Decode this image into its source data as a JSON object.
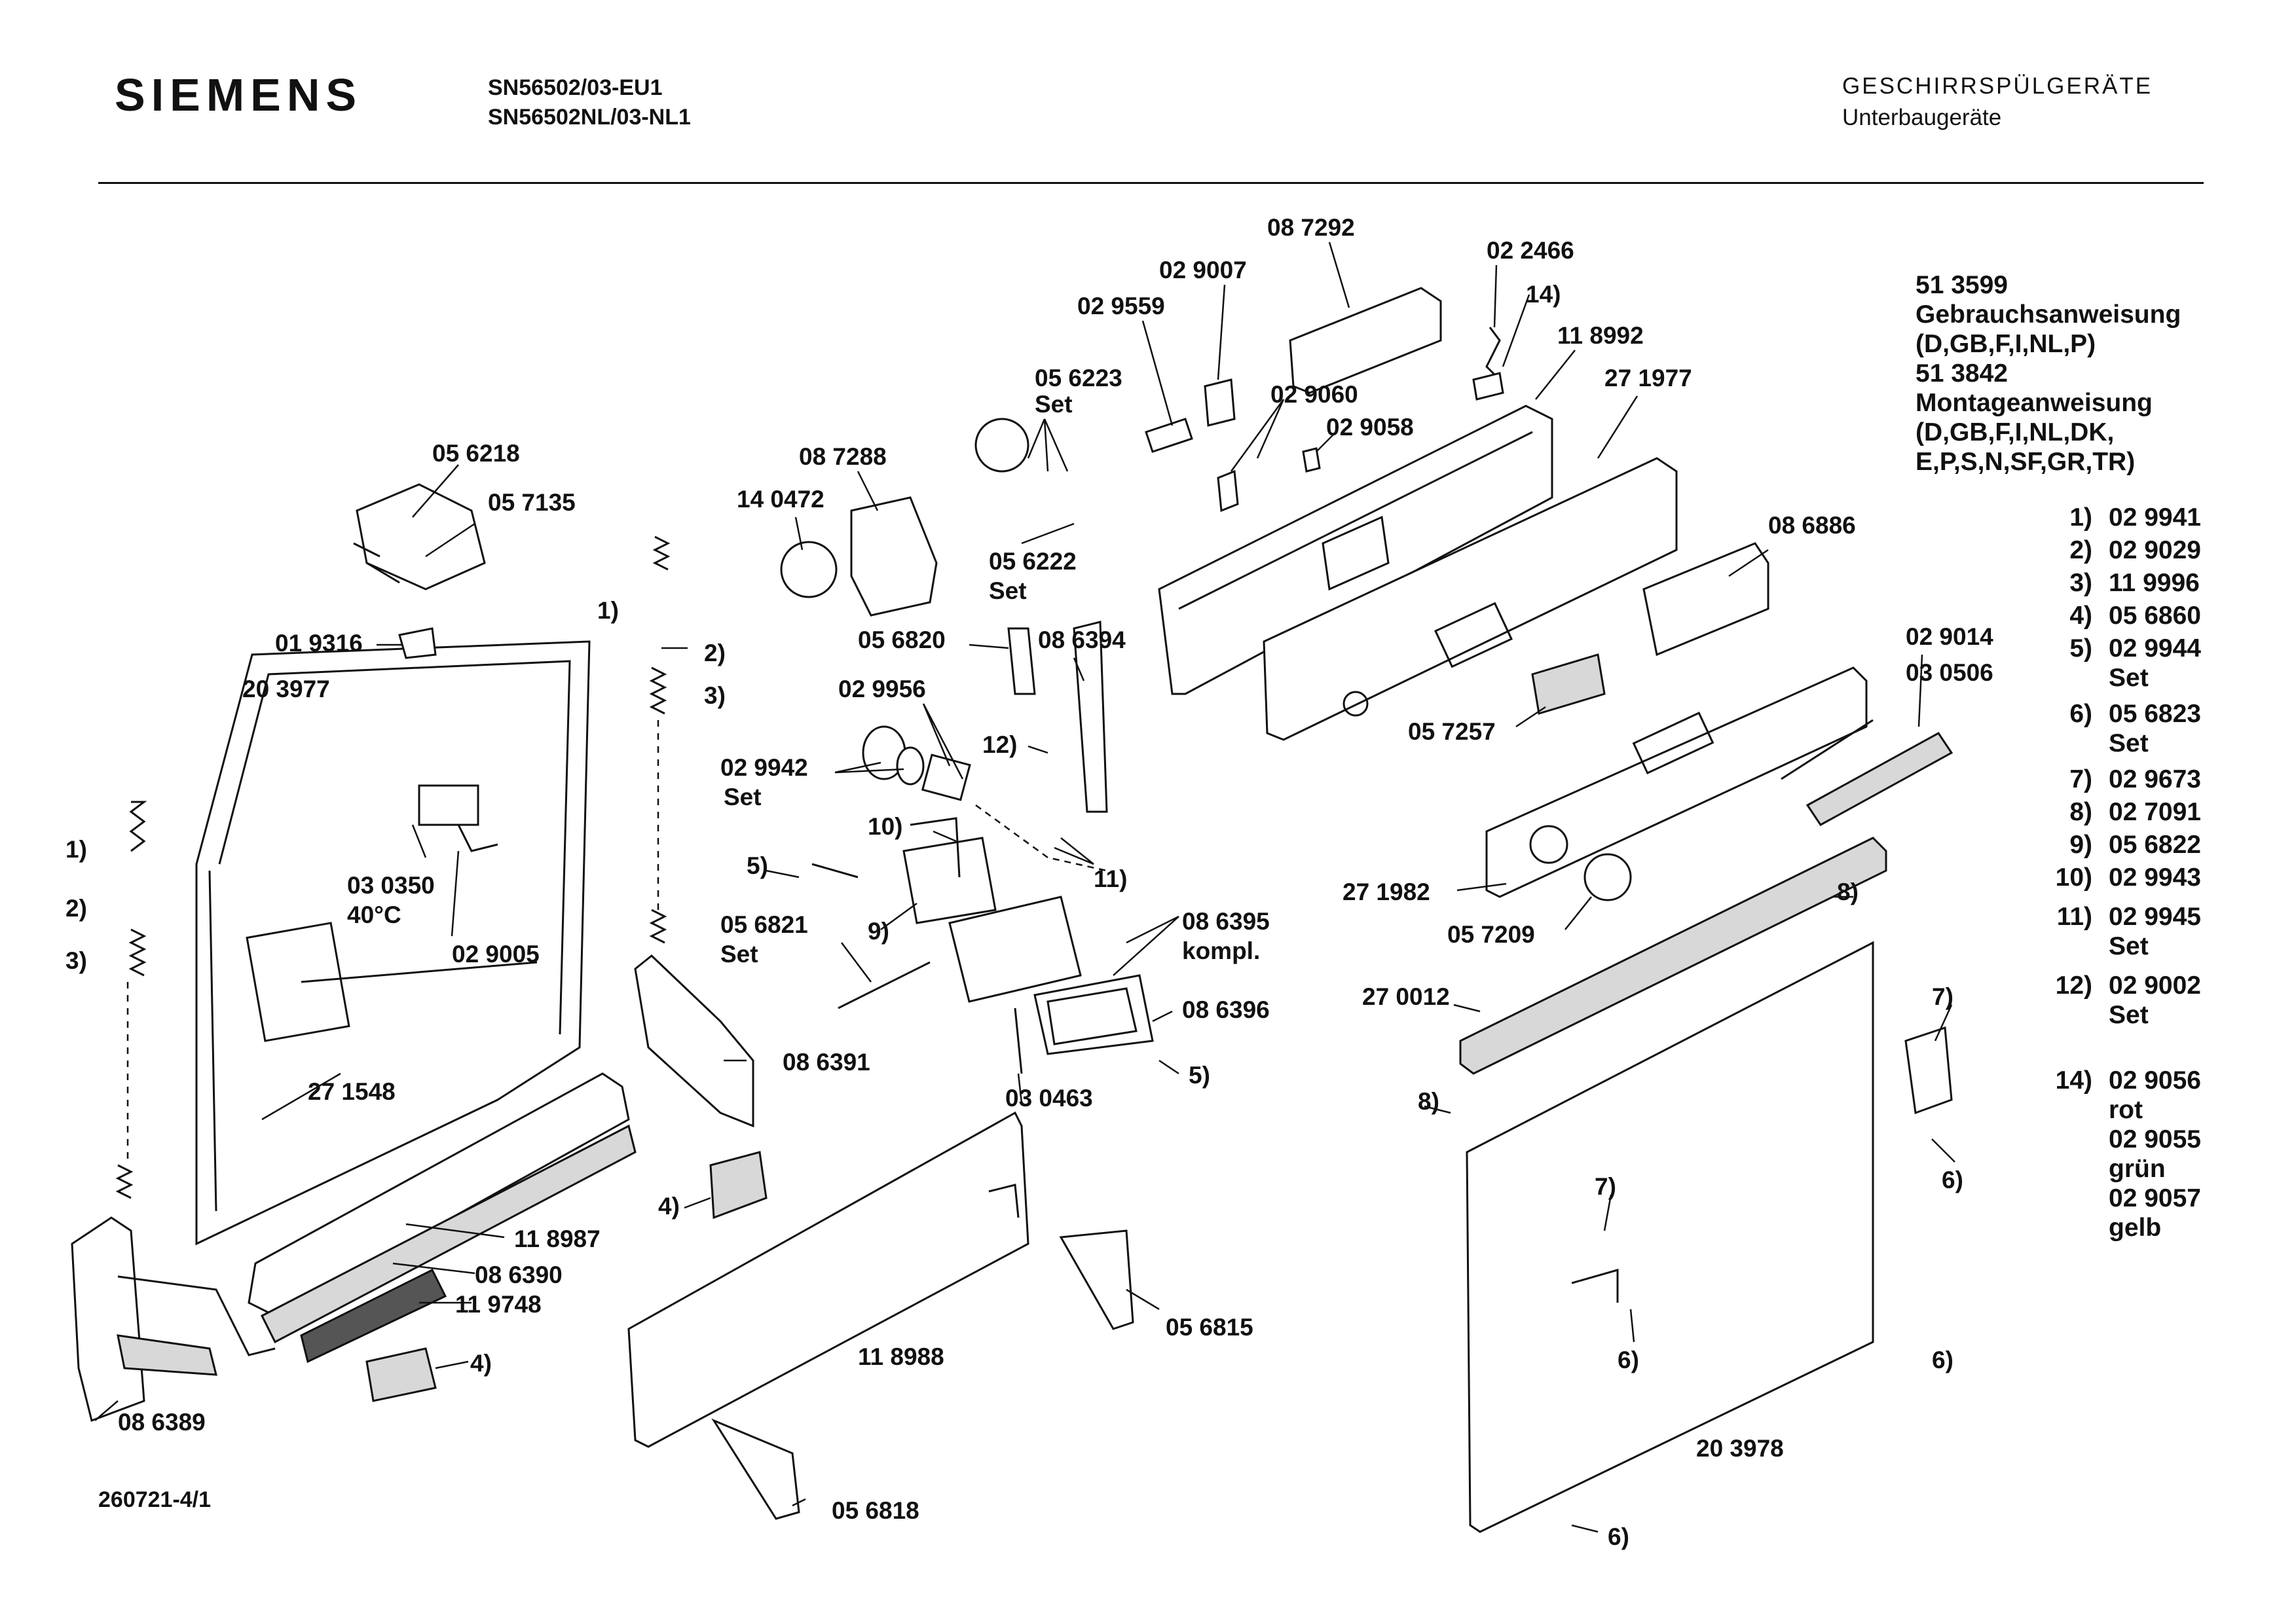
{
  "header": {
    "brand": "SIEMENS",
    "model_line_1": "SN56502/03-EU1",
    "model_line_2": "SN56502NL/03-NL1",
    "category": "GESCHIRRSPÜLGERÄTE",
    "subcategory": "Unterbaugeräte"
  },
  "docs": {
    "manual_number": "51 3599",
    "manual_name": "Gebrauchsanweisung",
    "manual_langs": "(D,GB,F,I,NL,P)",
    "install_number": "51 3842",
    "install_name": "Montageanweisung",
    "install_langs_1": "(D,GB,F,I,NL,DK,",
    "install_langs_2": "E,P,S,N,SF,GR,TR)"
  },
  "legend": [
    {
      "key": "1)",
      "value": "02 9941",
      "note": ""
    },
    {
      "key": "2)",
      "value": "02 9029",
      "note": ""
    },
    {
      "key": "3)",
      "value": "11 9996",
      "note": ""
    },
    {
      "key": "4)",
      "value": "05 6860",
      "note": ""
    },
    {
      "key": "5)",
      "value": "02 9944",
      "note": "Set"
    },
    {
      "key": "6)",
      "value": "05 6823",
      "note": "Set"
    },
    {
      "key": "7)",
      "value": "02 9673",
      "note": ""
    },
    {
      "key": "8)",
      "value": "02 7091",
      "note": ""
    },
    {
      "key": "9)",
      "value": "05 6822",
      "note": ""
    },
    {
      "key": "10)",
      "value": "02 9943",
      "note": ""
    },
    {
      "key": "11)",
      "value": "02 9945",
      "note": "Set"
    },
    {
      "key": "12)",
      "value": "02 9002",
      "note": "Set"
    }
  ],
  "legend_14": {
    "key": "14)",
    "red_code": "02 9056",
    "red": "rot",
    "green_code": "02 9055",
    "green": "grün",
    "yellow_code": "02 9057",
    "yellow": "gelb"
  },
  "labels": {
    "l_087292": "08 7292",
    "l_022466": "02 2466",
    "l_14a": "14)",
    "l_118992": "11 8992",
    "l_029007": "02 9007",
    "l_029559": "02 9559",
    "l_271977": "27 1977",
    "l_056223": "05 6223",
    "l_056223_set": "Set",
    "l_029060": "02 9060",
    "l_029058": "02 9058",
    "l_056218": "05 6218",
    "l_057135": "05 7135",
    "l_087288": "08 7288",
    "l_140472": "14 0472",
    "l_056222": "05 6222",
    "l_056222_set": "Set",
    "l_086886": "08 6886",
    "l_1a": "1)",
    "l_019316": "01 9316",
    "l_2a": "2)",
    "l_3a": "3)",
    "l_056820": "05 6820",
    "l_086394": "08 6394",
    "l_029014": "02 9014",
    "l_030506": "03 0506",
    "l_203977": "20 3977",
    "l_029956": "02 9956",
    "l_12": "12)",
    "l_057257": "05 7257",
    "l_029942": "02 9942",
    "l_029942_set": "Set",
    "l_1b": "1)",
    "l_030350": "03 0350",
    "l_40c": "40°C",
    "l_2b": "2)",
    "l_10": "10)",
    "l_11": "11)",
    "l_3b": "3)",
    "l_5a": "5)",
    "l_029005": "02 9005",
    "l_9": "9)",
    "l_056821": "05 6821",
    "l_056821_set": "Set",
    "l_086395": "08 6395",
    "l_086395_k": "kompl.",
    "l_271982": "27 1982",
    "l_057209": "05 7209",
    "l_8a": "8)",
    "l_270012": "27 0012",
    "l_7a": "7)",
    "l_086396": "08 6396",
    "l_086391": "08 6391",
    "l_5b": "5)",
    "l_271548": "27 1548",
    "l_030463": "03 0463",
    "l_8b": "8)",
    "l_6a": "6)",
    "l_4a": "4)",
    "l_118987": "11 8987",
    "l_086390": "08 6390",
    "l_119748": "11 9748",
    "l_7b": "7)",
    "l_056815": "05 6815",
    "l_4b": "4)",
    "l_118988": "11 8988",
    "l_6b": "6)",
    "l_6c": "6)",
    "l_086389": "08 6389",
    "l_203978": "20 3978",
    "l_056818": "05 6818",
    "l_6d": "6)"
  },
  "drawing_code": "260721-4/1"
}
